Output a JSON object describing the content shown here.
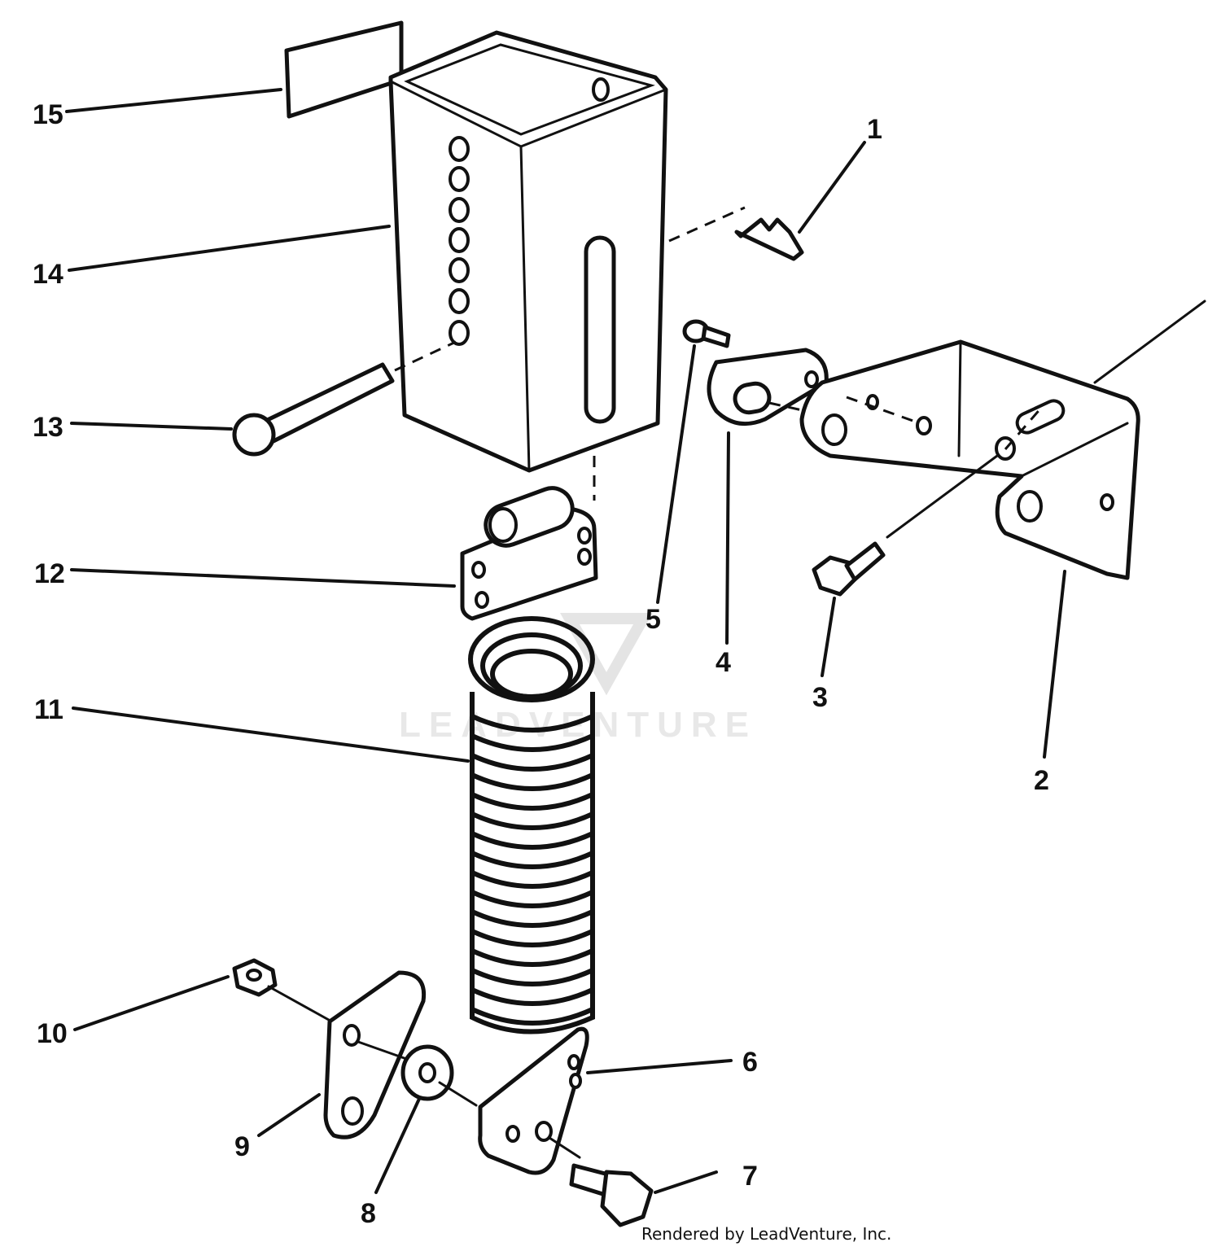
{
  "diagram": {
    "callouts": [
      {
        "id": "1",
        "label": "1"
      },
      {
        "id": "2",
        "label": "2"
      },
      {
        "id": "3",
        "label": "3"
      },
      {
        "id": "4",
        "label": "4"
      },
      {
        "id": "5",
        "label": "5"
      },
      {
        "id": "6",
        "label": "6"
      },
      {
        "id": "7",
        "label": "7"
      },
      {
        "id": "8",
        "label": "8"
      },
      {
        "id": "9",
        "label": "9"
      },
      {
        "id": "10",
        "label": "10"
      },
      {
        "id": "11",
        "label": "11"
      },
      {
        "id": "12",
        "label": "12"
      },
      {
        "id": "13",
        "label": "13"
      },
      {
        "id": "14",
        "label": "14"
      },
      {
        "id": "15",
        "label": "15"
      }
    ]
  },
  "watermark": {
    "text": "LEADVENTURE"
  },
  "footer": {
    "text": "Rendered by LeadVenture, Inc."
  }
}
